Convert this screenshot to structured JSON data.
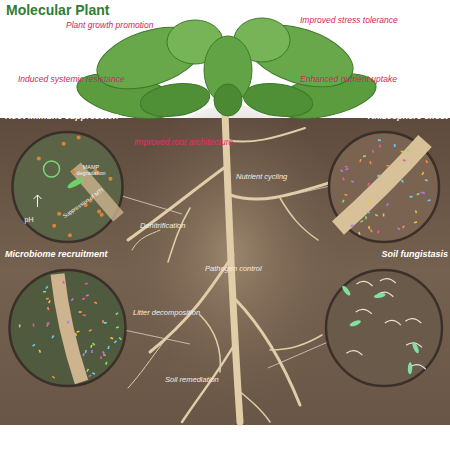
{
  "diagram": {
    "title": "Molecular Plant",
    "nodes": [
      {
        "text": [
          "Root immune suppression",
          "MAMP degradation",
          "Suppression of MTI",
          "pH"
        ]
      },
      {
        "text": [
          "Rhizosphere effect"
        ]
      },
      {
        "text": [
          "Microbiome recruitment"
        ]
      },
      {
        "text": [
          "Soil fungistasis"
        ]
      }
    ],
    "labels": [
      "Plant growth promotion",
      "Improved stress tolerance",
      "Induced systemic resistance",
      "Enhanced nutrient uptake",
      "Improved root architecture",
      "Nutrient cycling",
      "Denitrification",
      "Pathogen control",
      "Litter decomposition",
      "Soil remediation"
    ]
  }
}
